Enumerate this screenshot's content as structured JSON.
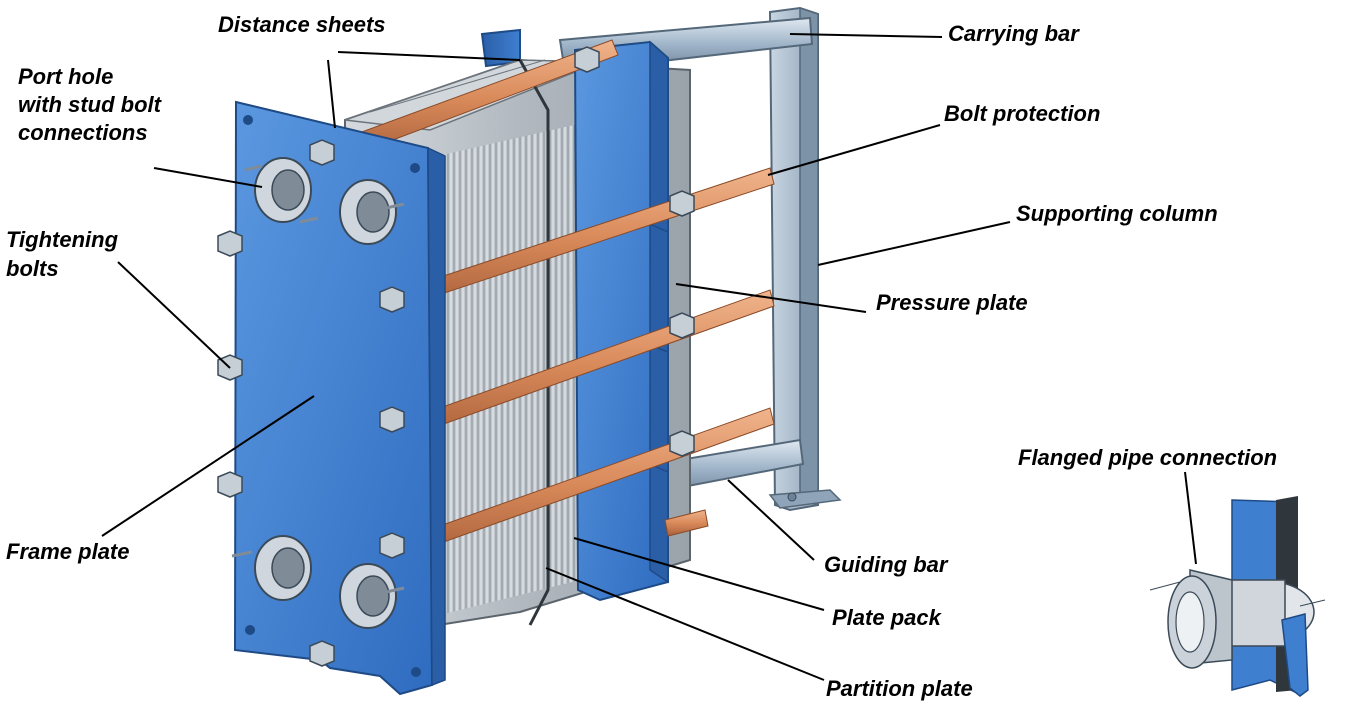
{
  "labels": {
    "distance_sheets": "Distance sheets",
    "port_hole_line1": "Port hole",
    "port_hole_line2": "with stud bolt",
    "port_hole_line3": "connections",
    "tightening_bolts_line1": "Tightening",
    "tightening_bolts_line2": "bolts",
    "frame_plate": "Frame plate",
    "carrying_bar": "Carrying bar",
    "bolt_protection": "Bolt protection",
    "supporting_column": "Supporting column",
    "pressure_plate": "Pressure plate",
    "flanged_pipe_connection": "Flanged pipe connection",
    "guiding_bar": "Guiding bar",
    "plate_pack": "Plate pack",
    "partition_plate": "Partition plate"
  },
  "colors": {
    "frame_blue": "#3f7fd0",
    "frame_blue_dark": "#2a5fa8",
    "plate_grey": "#b9c0c6",
    "rod_copper": "#d98a5a",
    "bar_steel": "#9eb3c8",
    "column_steel": "#a9bccf"
  }
}
